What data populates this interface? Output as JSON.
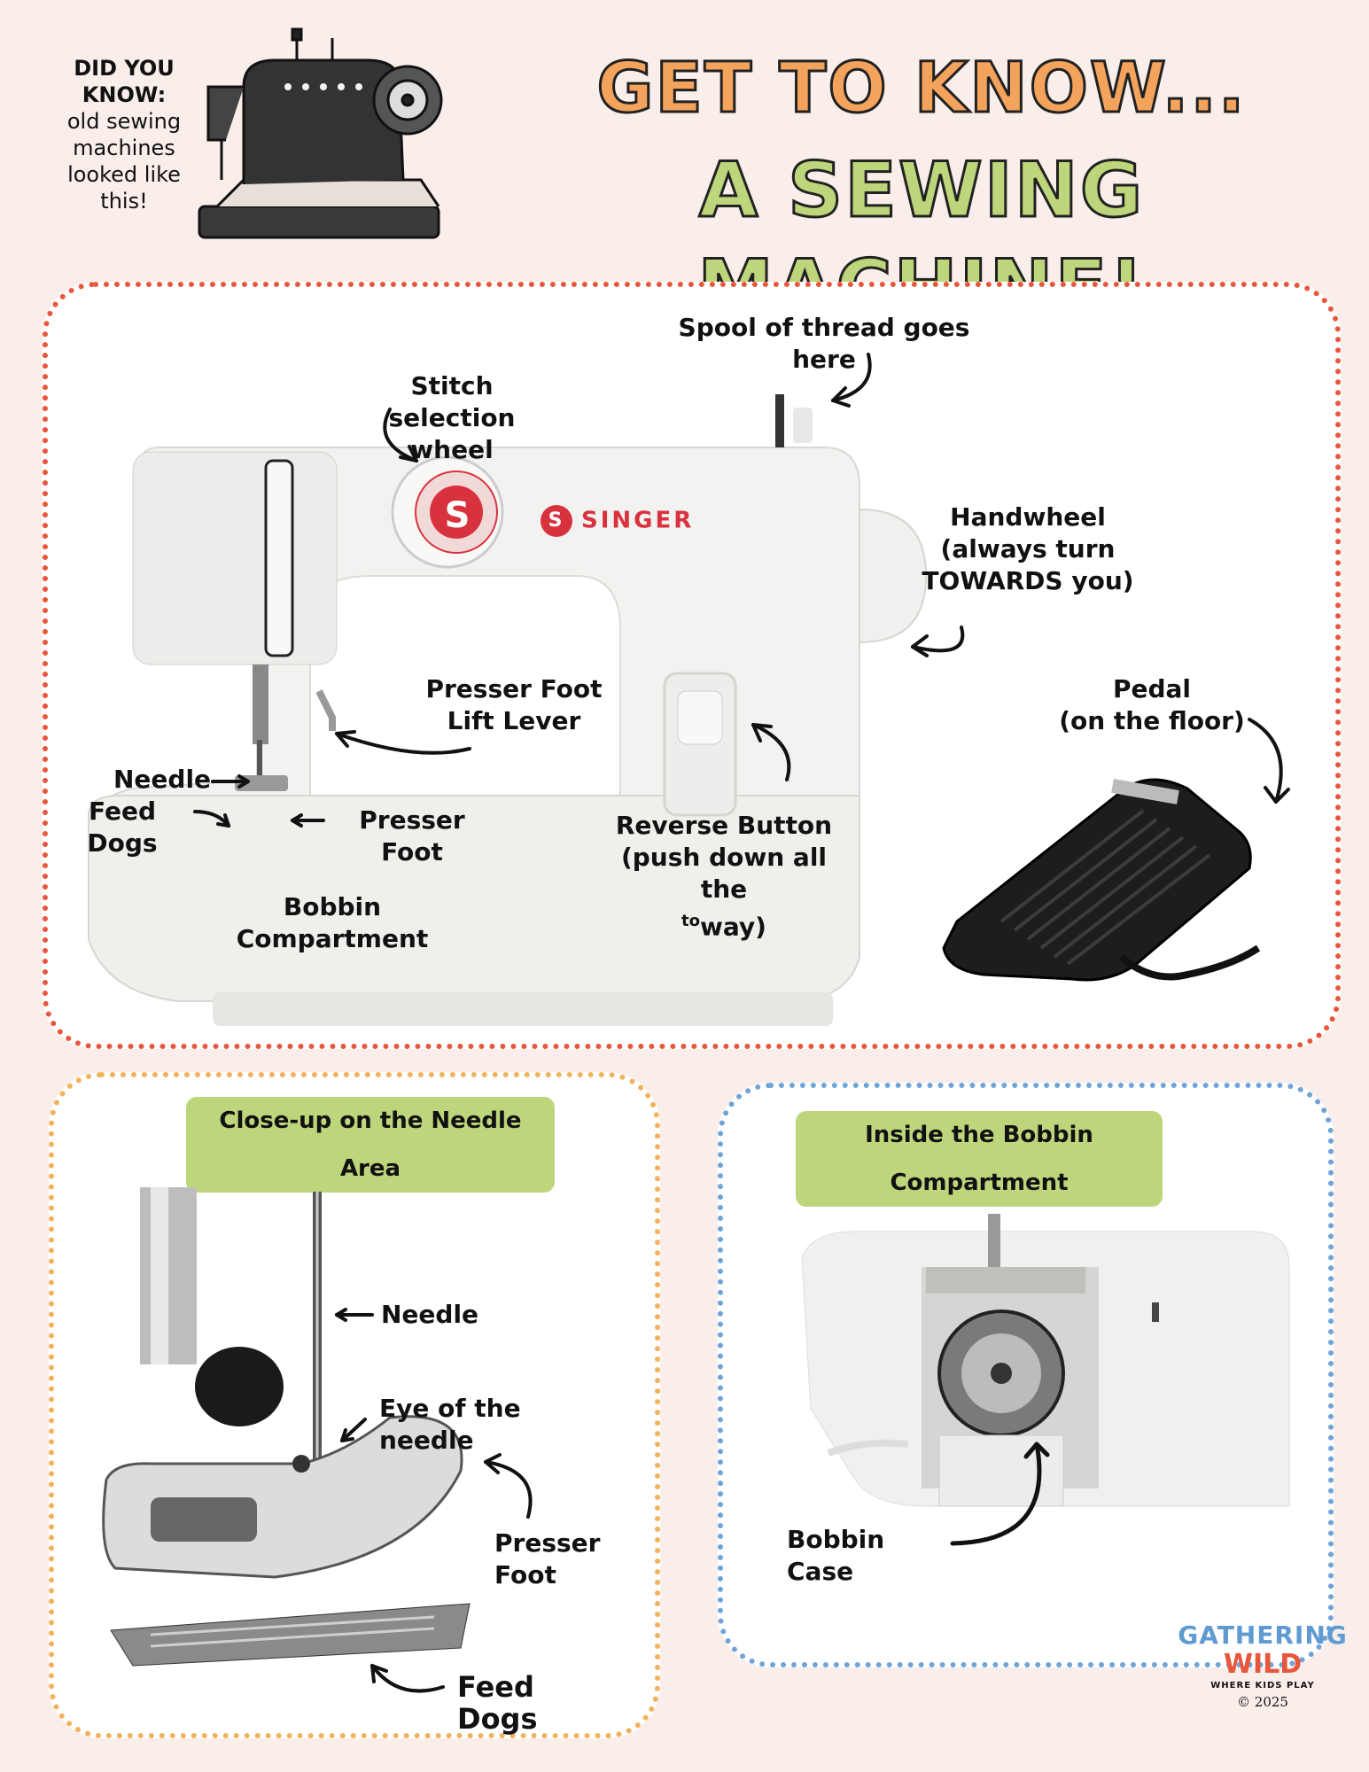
{
  "header": {
    "did_you_know_line1": "DID YOU",
    "did_you_know_line2": "KNOW:",
    "did_you_know_line3": "old sewing",
    "did_you_know_line4": "machines",
    "did_you_know_line5": "looked like",
    "did_you_know_line6": "this!",
    "title_line1": "GET TO KNOW...",
    "title_line2": "A SEWING MACHINE!"
  },
  "main_diagram": {
    "brand": "SINGER",
    "labels": {
      "spool": "Spool of thread goes here",
      "stitch_line1": "Stitch selection",
      "stitch_line2": "wheel",
      "handwheel_line1": "Handwheel",
      "handwheel_line2": "(always turn",
      "handwheel_line3": "TOWARDS you)",
      "lift_lever_line1": "Presser Foot",
      "lift_lever_line2": "Lift Lever",
      "pedal_line1": "Pedal",
      "pedal_line2": "(on the floor)",
      "needle": "Needle",
      "feed_dogs": "Feed Dogs",
      "presser_foot": "Presser Foot",
      "reverse_line1": "Reverse Button",
      "reverse_line2": "(push down all the",
      "reverse_line3": "to",
      "reverse_line3b": "way)",
      "bobbin_compartment": "Bobbin Compartment"
    }
  },
  "needle_panel": {
    "title": "Close-up on the Needle Area",
    "needle": "Needle",
    "eye": "Eye of the needle",
    "presser_foot": "Presser Foot",
    "feed_dogs": "Feed Dogs"
  },
  "bobbin_panel": {
    "title": "Inside the Bobbin Compartment",
    "bobbin_case": "Bobbin Case"
  },
  "logo": {
    "line1": "GATHERING",
    "line2": "WILD",
    "tagline": "WHERE KIDS PLAY",
    "copyright": "© 2025"
  },
  "colors": {
    "orange_title": "#f4a35c",
    "green_title": "#bdd67b",
    "red_border": "#e8563b",
    "orange_border": "#f2b25b",
    "blue_border": "#6fa4d8",
    "singer_red": "#d9323f"
  }
}
